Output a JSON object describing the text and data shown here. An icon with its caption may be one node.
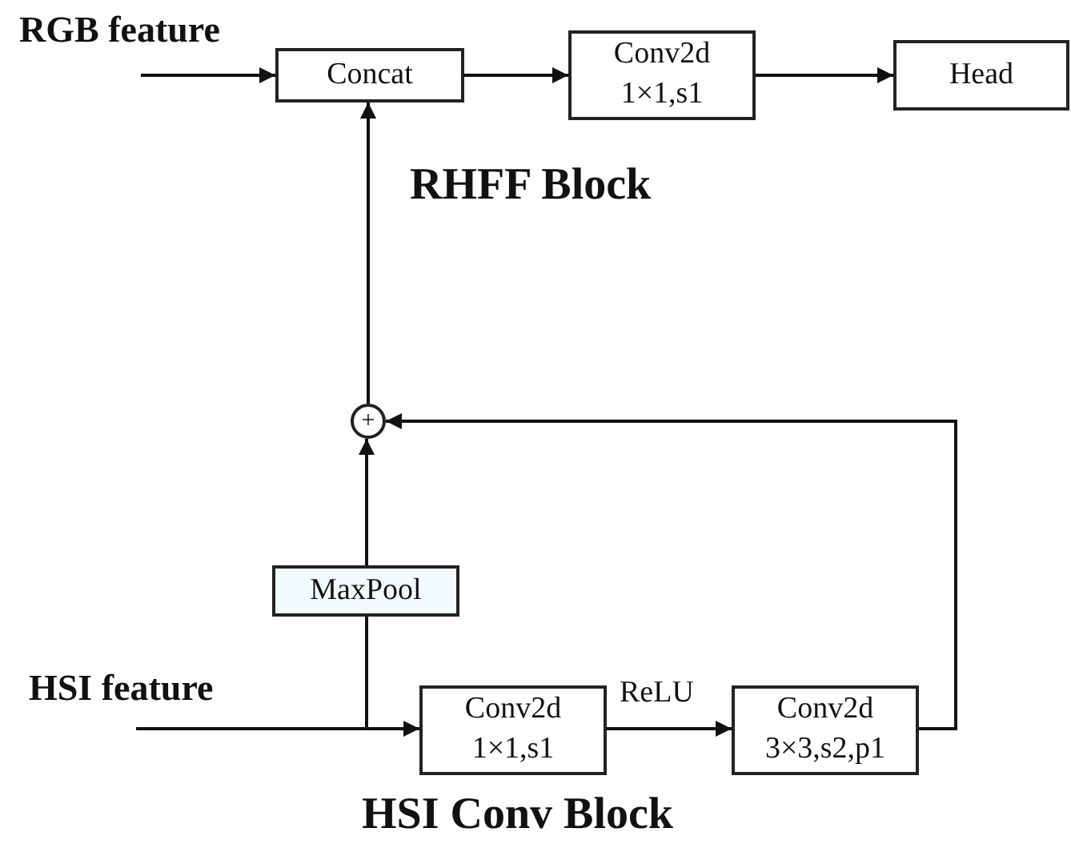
{
  "diagram": {
    "nodes": [
      {
        "text": [
          "Concat"
        ]
      },
      {
        "text": [
          "Conv2d 1×1,s1"
        ]
      },
      {
        "text": [
          "Head"
        ]
      },
      {
        "text": [
          "+"
        ]
      },
      {
        "text": [
          "MaxPool"
        ]
      },
      {
        "text": [
          "Conv2d 1×1,s1"
        ]
      },
      {
        "text": [
          "Conv2d 3×3,s2,p1"
        ]
      }
    ],
    "edges": [
      {
        "from": null,
        "to": 0,
        "arrow": "to"
      },
      {
        "from": 0,
        "to": 1,
        "arrow": "to"
      },
      {
        "from": 1,
        "to": 2,
        "arrow": "to"
      },
      {
        "from": 3,
        "to": 0,
        "arrow": "to"
      },
      {
        "from": 4,
        "to": 3,
        "arrow": "to"
      },
      {
        "from": null,
        "to": 5,
        "arrow": "to"
      },
      {
        "from": null,
        "to": 4,
        "arrow": "none"
      },
      {
        "from": 5,
        "to": 6,
        "arrow": "to",
        "label": "ReLU"
      },
      {
        "from": 6,
        "to": 3,
        "arrow": "to"
      }
    ],
    "labels": [
      "RGB feature",
      "RHFF Block",
      "HSI feature",
      "HSI Conv Block"
    ]
  }
}
